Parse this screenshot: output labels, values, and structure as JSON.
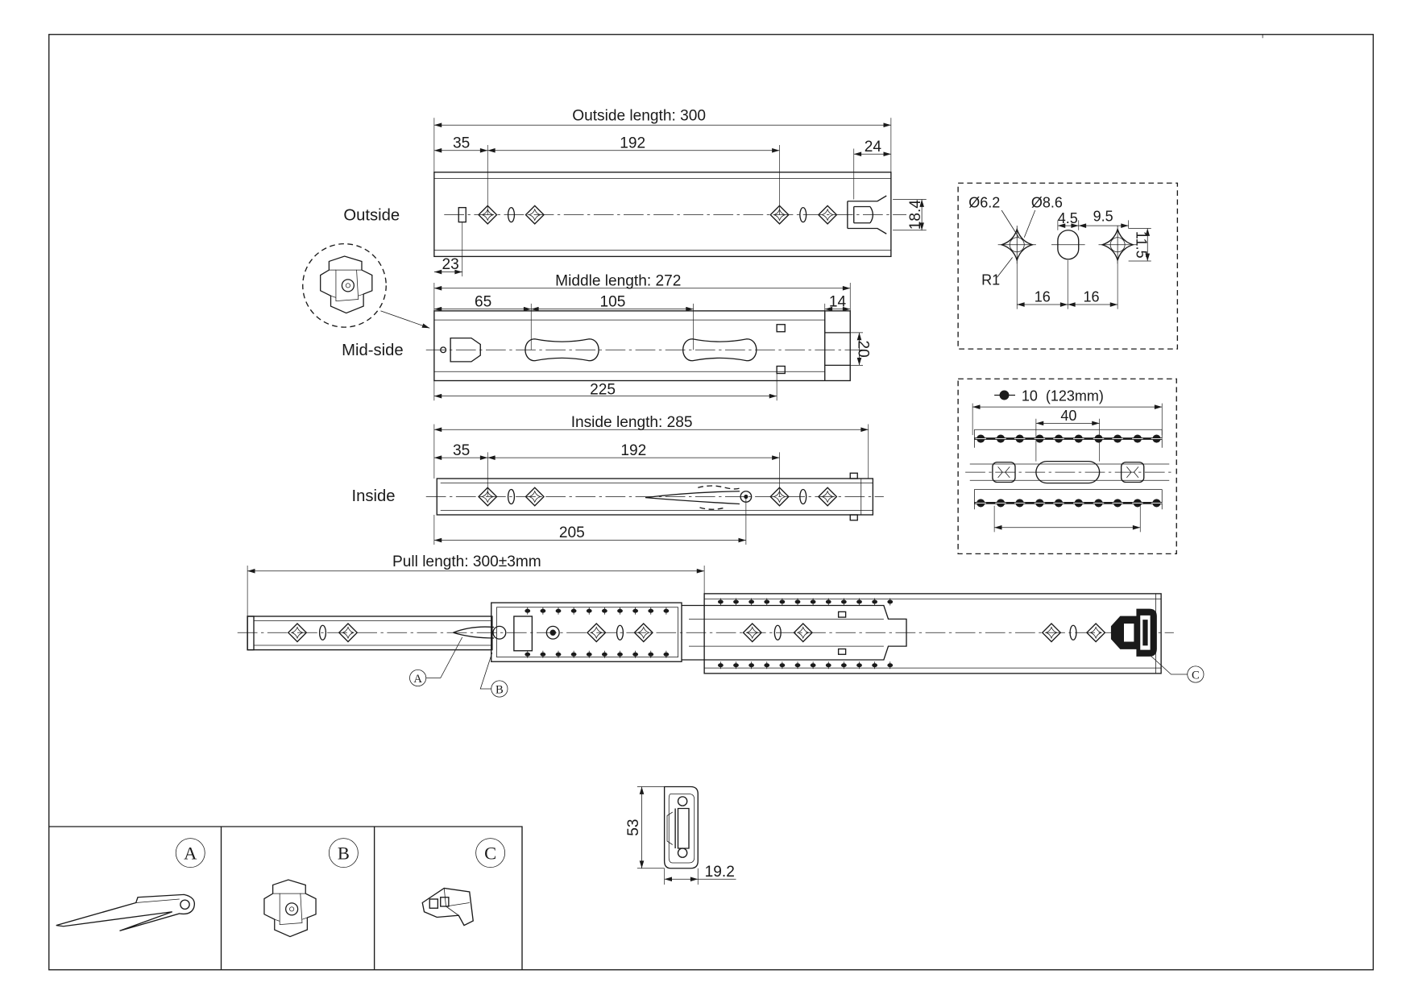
{
  "drawing": {
    "outside": {
      "label": "Outside",
      "length": "Outside length: 300",
      "dim_35": "35",
      "dim_192": "192",
      "dim_24": "24",
      "dim_height": "18.4",
      "dim_23": "23"
    },
    "middle": {
      "label": "Mid-side",
      "length": "Middle length: 272",
      "dim_65": "65",
      "dim_105": "105",
      "dim_14": "14",
      "dim_height": "20",
      "dim_225": "225"
    },
    "inside": {
      "label": "Inside",
      "length": "Inside length: 285",
      "dim_35": "35",
      "dim_192": "192",
      "dim_205": "205"
    },
    "pull": {
      "length": "Pull length: 300±3mm",
      "callout_a": "A",
      "callout_b": "B",
      "callout_c": "C"
    },
    "hole_detail": {
      "dia_small": "Ø6.2",
      "dia_large": "Ø8.6",
      "slot_width": "4.5",
      "offset": "9.5",
      "height": "11.5",
      "radius": "R1",
      "pitch_left": "16",
      "pitch_right": "16"
    },
    "ball_detail": {
      "balls": "10  (123mm)",
      "dim_40": "40"
    },
    "cross_section": {
      "height": "53",
      "width": "19.2"
    },
    "parts": [
      {
        "letter": "A"
      },
      {
        "letter": "B"
      },
      {
        "letter": "C"
      }
    ]
  },
  "colors": {
    "ink": "#1a1a1a",
    "paper": "#ffffff"
  }
}
